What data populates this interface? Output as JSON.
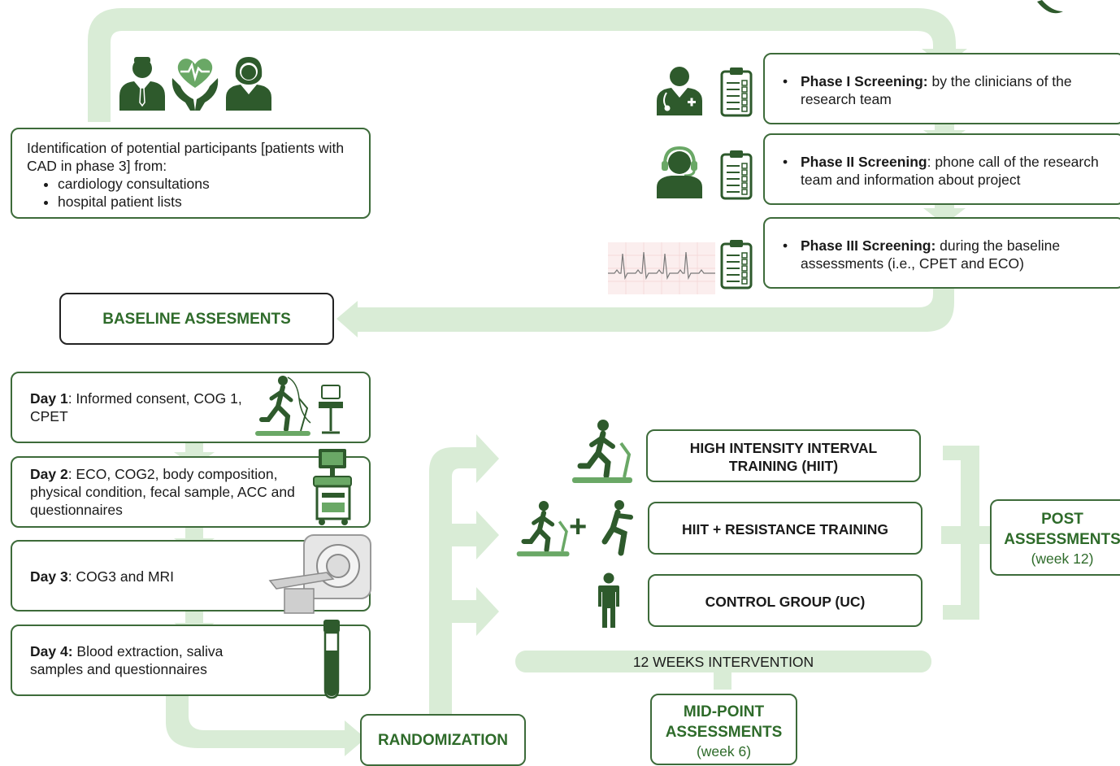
{
  "identification": {
    "intro": "Identification of potential participants [patients with CAD in phase 3] from:",
    "items": [
      "cardiology consultations",
      "hospital patient lists"
    ]
  },
  "screening": [
    {
      "label": "Phase I Screening:",
      "text": " by the clinicians of the research team"
    },
    {
      "label": "Phase II Screening",
      "text": ": phone call of the research team and information about project"
    },
    {
      "label": "Phase III Screening:",
      "text": " during the baseline assessments (i.e., CPET and ECO)"
    }
  ],
  "baseline": {
    "title": "BASELINE ASSESMENTS"
  },
  "days": [
    {
      "label": "Day 1",
      "text": ": Informed consent, COG 1, CPET"
    },
    {
      "label": "Day 2",
      "text": ": ECO, COG2, body composition, physical condition, fecal sample, ACC and questionnaires"
    },
    {
      "label": "Day 3",
      "text": ": COG3 and MRI"
    },
    {
      "label": "Day 4:",
      "text": " Blood extraction, saliva samples and questionnaires"
    }
  ],
  "randomization": {
    "title": "RANDOMIZATION"
  },
  "groups": [
    {
      "label": "HIGH INTENSITY INTERVAL TRAINING (HIIT)"
    },
    {
      "label": "HIIT + RESISTANCE TRAINING"
    },
    {
      "label": "CONTROL GROUP (UC)"
    }
  ],
  "intervention": {
    "label": "12 WEEKS INTERVENTION"
  },
  "midpoint": {
    "title": "MID-POINT ASSESSMENTS",
    "sub": "(week 6)"
  },
  "post": {
    "title": "POST ASSESSMENTS",
    "sub": "(week 12)"
  },
  "plus_sign": "+",
  "colors": {
    "arrow": "#d9ecd6",
    "dark_green": "#2e5a2c",
    "accent_green": "#6aa866",
    "border": "#3d6b3a"
  },
  "icons": [
    "doctor-icon",
    "heart-hands-icon",
    "nurse-icon",
    "physician-icon",
    "clipboard-icon",
    "headset-agent-icon",
    "ecg-icon",
    "treadmill-runner-icon",
    "ultrasound-machine-icon",
    "mri-scanner-icon",
    "blood-tube-icon",
    "squat-icon",
    "person-icon",
    "leaf-icon"
  ]
}
